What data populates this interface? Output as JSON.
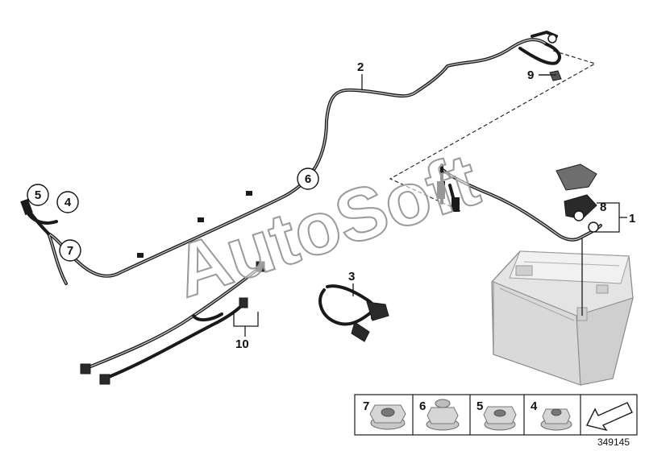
{
  "diagram": {
    "callouts": [
      "1",
      "2",
      "3",
      "4",
      "5",
      "6",
      "7",
      "8",
      "9",
      "10"
    ],
    "watermark": "AutoSoft",
    "image_number": "349145",
    "legend": {
      "nut_labels": [
        "7",
        "6",
        "5",
        "4"
      ]
    }
  }
}
